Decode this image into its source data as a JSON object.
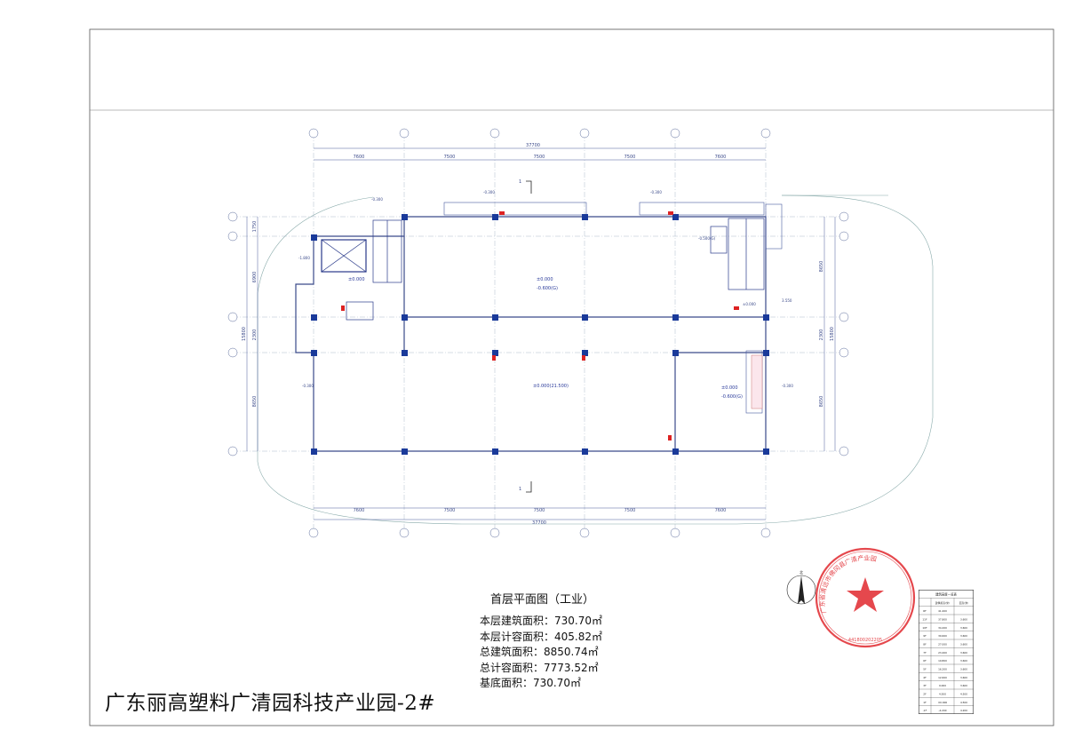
{
  "project_title": "广东丽高塑料广清园科技产业园-2#",
  "plan": {
    "title": "首层平面图（工业）",
    "areas": [
      {
        "label": "本层建筑面积：",
        "value": "730.70㎡"
      },
      {
        "label": "本层计容面积：",
        "value": "405.82㎡"
      },
      {
        "label": "总建筑面积：",
        "value": "8850.74㎡"
      },
      {
        "label": "总计容面积：",
        "value": "7773.52㎡"
      },
      {
        "label": "基底面积：",
        "value": "730.70㎡"
      }
    ]
  },
  "dimensions": {
    "overall_top": "37700",
    "overall_bottom": "37700",
    "bays_top": [
      "7600",
      "7500",
      "7500",
      "7500",
      "7600"
    ],
    "bays_bottom": [
      "7600",
      "7500",
      "7500",
      "7500",
      "7600"
    ],
    "left_total": "15800",
    "left_parts": [
      "1750",
      "6900",
      "2300",
      "8650"
    ],
    "right_total": "15800",
    "right_parts": [
      "8650",
      "2300",
      "8650"
    ]
  },
  "levels": {
    "main_upper": "±0.000",
    "main_upper_sub": "-0.600(G)",
    "main_lower": "±0.000(21.500)",
    "right_room": "±0.000",
    "right_room_sub": "-0.600(G)",
    "left_room": "±0.000",
    "outside_left": "-0.300",
    "outside_top_left": "-0.300",
    "outside_top_mid": "-0.300",
    "outside_top_right": "-0.300",
    "outside_right": "-0.300",
    "right_side": "±0.000",
    "pit": "-1.800",
    "step": "-0.500(G)",
    "ramp": "3.550"
  },
  "section_mark": "1",
  "north_label": "北",
  "seal": {
    "text": "广东省清远市佛冈县广清产业园",
    "code": "441800202205"
  },
  "height_table": {
    "title": "建筑高度一览表",
    "headers": [
      "",
      "建筑标高(米)",
      "层高(米)"
    ],
    "rows": [
      [
        "RF",
        "41.400",
        ""
      ],
      [
        "11F",
        "37.800",
        "3.600"
      ],
      [
        "10F",
        "34.200",
        "3.600"
      ],
      [
        "9F",
        "30.600",
        "3.600"
      ],
      [
        "8F",
        "27.000",
        "3.600"
      ],
      [
        "7F",
        "23.400",
        "3.600"
      ],
      [
        "6F",
        "19.800",
        "3.600"
      ],
      [
        "5F",
        "16.200",
        "3.600"
      ],
      [
        "4F",
        "12.600",
        "3.600"
      ],
      [
        "3F",
        "9.000",
        "3.600"
      ],
      [
        "2F",
        "4.500",
        "4.500"
      ],
      [
        "1F",
        "±0.000",
        "4.500"
      ],
      [
        "-1F",
        "-4.200",
        "4.200"
      ]
    ]
  }
}
